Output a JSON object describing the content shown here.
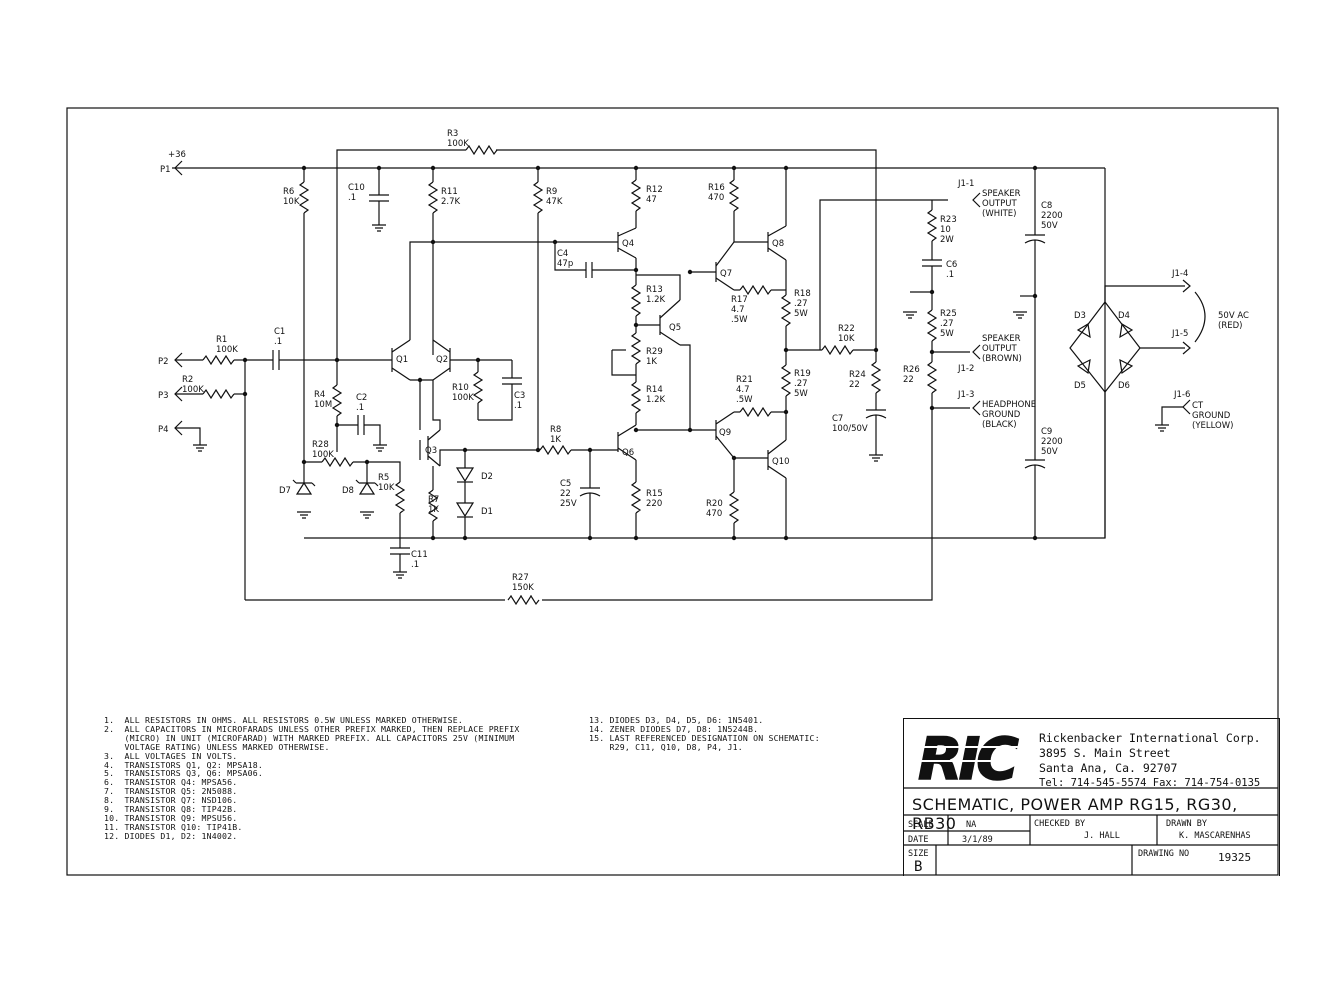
{
  "schematic": {
    "designators": {
      "p1": "P1",
      "p1_voltage": "+36",
      "p2": "P2",
      "p3": "P3",
      "p4": "P4",
      "r1": "R1",
      "r1_val": "100K",
      "r2": "R2",
      "r2_val": "100K",
      "r3": "R3",
      "r3_val": "100K",
      "r4": "R4",
      "r4_val": "10M",
      "r5": "R5",
      "r5_val": "10K",
      "r6": "R6",
      "r6_val": "10K",
      "r7": "R7",
      "r7_val": "1K",
      "r8": "R8",
      "r8_val": "1K",
      "r9": "R9",
      "r9_val": "47K",
      "r10": "R10",
      "r10_val": "100K",
      "r11": "R11",
      "r11_val": "2.7K",
      "r12": "R12",
      "r12_val": "47",
      "r13": "R13",
      "r13_val": "1.2K",
      "r14": "R14",
      "r14_val": "1.2K",
      "r15": "R15",
      "r15_val": "220",
      "r16": "R16",
      "r16_val": "470",
      "r17": "R17",
      "r17_val": "4.7",
      "r17_w": ".5W",
      "r18": "R18",
      "r18_val": ".27",
      "r18_w": "5W",
      "r19": "R19",
      "r19_val": ".27",
      "r19_w": "5W",
      "r20": "R20",
      "r20_val": "470",
      "r21": "R21",
      "r21_val": "4.7",
      "r21_w": ".5W",
      "r22": "R22",
      "r22_val": "10K",
      "r23": "R23",
      "r23_val": "10",
      "r23_w": "2W",
      "r24": "R24",
      "r24_val": "22",
      "r25": "R25",
      "r25_val": ".27",
      "r25_w": "5W",
      "r26": "R26",
      "r26_val": "22",
      "r27": "R27",
      "r27_val": "150K",
      "r28": "R28",
      "r28_val": "100K",
      "r29": "R29",
      "r29_val": "1K",
      "c1": "C1",
      "c1_val": ".1",
      "c2": "C2",
      "c2_val": ".1",
      "c3": "C3",
      "c3_val": ".1",
      "c4": "C4",
      "c4_val": "47p",
      "c5": "C5",
      "c5_val": "22",
      "c5_v": "25V",
      "c6": "C6",
      "c6_val": ".1",
      "c7": "C7",
      "c7_val": "100/50V",
      "c8": "C8",
      "c8_val": "2200",
      "c8_v": "50V",
      "c9": "C9",
      "c9_val": "2200",
      "c9_v": "50V",
      "c10": "C10",
      "c10_val": ".1",
      "c11": "C11",
      "c11_val": ".1",
      "q1": "Q1",
      "q2": "Q2",
      "q3": "Q3",
      "q4": "Q4",
      "q5": "Q5",
      "q6": "Q6",
      "q7": "Q7",
      "q8": "Q8",
      "q9": "Q9",
      "q10": "Q10",
      "d1": "D1",
      "d2": "D2",
      "d3": "D3",
      "d4": "D4",
      "d5": "D5",
      "d6": "D6",
      "d7": "D7",
      "d8": "D8",
      "j1_1": "J1-1",
      "j1_1_desc": [
        "SPEAKER",
        "OUTPUT",
        "(WHITE)"
      ],
      "j1_2": "J1-2",
      "j1_2_desc": [
        "SPEAKER",
        "OUTPUT",
        "(BROWN)"
      ],
      "j1_3": "J1-3",
      "j1_3_desc": [
        "HEADPHONE",
        "GROUND",
        "(BLACK)"
      ],
      "j1_4": "J1-4",
      "j1_5": "J1-5",
      "j1_45_desc": [
        "50V AC",
        "(RED)"
      ],
      "j1_6": "J1-6",
      "j1_6_desc": [
        "CT",
        "GROUND",
        "(YELLOW)"
      ]
    }
  },
  "notes": [
    "1.  ALL RESISTORS IN OHMS. ALL RESISTORS 0.5W UNLESS MARKED OTHERWISE.",
    "2.  ALL CAPACITORS IN MICROFARADS UNLESS OTHER PREFIX MARKED, THEN REPLACE PREFIX",
    "    (MICRO) IN UNIT (MICROFARAD) WITH MARKED PREFIX. ALL CAPACITORS 25V (MINIMUM",
    "    VOLTAGE RATING) UNLESS MARKED OTHERWISE.",
    "3.  ALL VOLTAGES IN VOLTS.",
    "4.  TRANSISTORS Q1, Q2: MPSA18.",
    "5.  TRANSISTORS Q3, Q6: MPSA06.",
    "6.  TRANSISTOR Q4: MPSA56.",
    "7.  TRANSISTOR Q5: 2N5088.",
    "8.  TRANSISTOR Q7: NSD106.",
    "9.  TRANSISTOR Q8: TIP42B.",
    "10. TRANSISTOR Q9: MPSU56.",
    "11. TRANSISTOR Q10: TIP41B.",
    "12. DIODES D1, D2: 1N4002."
  ],
  "notes2": [
    "13. DIODES D3, D4, D5, D6: 1N5401.",
    "14. ZENER DIODES D7, D8: 1N5244B.",
    "15. LAST REFERENCED DESIGNATION ON SCHEMATIC:",
    "    R29, C11, Q10, D8, P4, J1."
  ],
  "title_block": {
    "logo_text": "RIC",
    "company": "Rickenbacker International Corp.",
    "address1": "3895 S. Main Street",
    "address2": "Santa Ana, Ca. 92707",
    "phone": "Tel: 714-545-5574  Fax: 714-754-0135",
    "title": "SCHEMATIC, POWER AMP RG15, RG30, RB30",
    "scale_label": "SCALE",
    "scale_value": "NA",
    "date_label": "DATE",
    "date_value": "3/1/89",
    "checked_label": "CHECKED BY",
    "checked_value": "J. HALL",
    "drawn_label": "DRAWN BY",
    "drawn_value": "K. MASCARENHAS",
    "size_label": "SIZE",
    "size_value": "B",
    "drawing_no_label": "DRAWING NO",
    "drawing_no_value": "19325"
  }
}
